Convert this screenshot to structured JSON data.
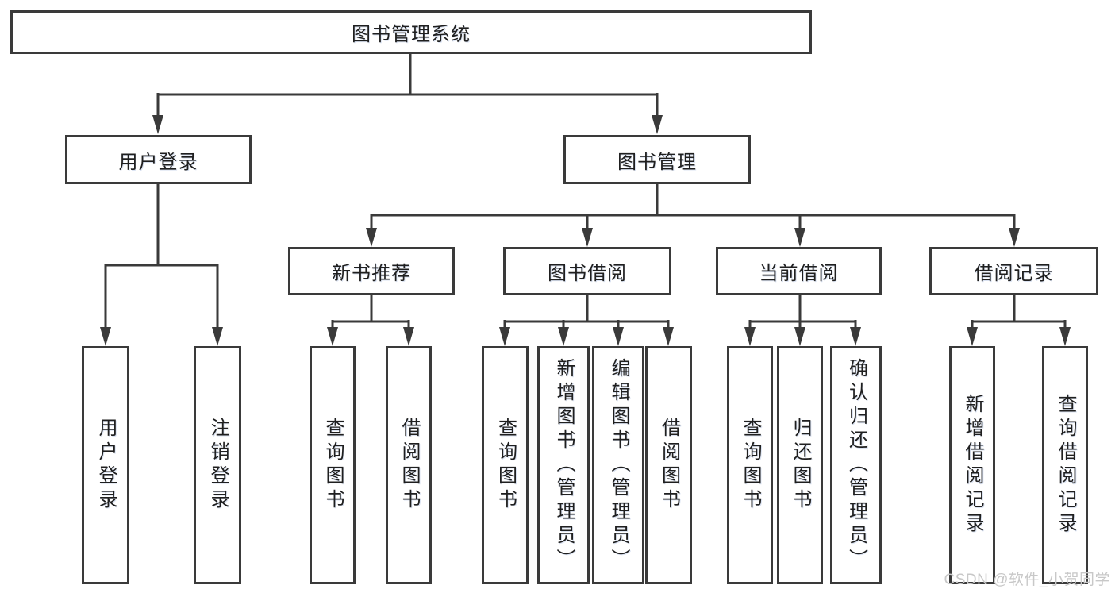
{
  "tree": {
    "label": "图书管理系统",
    "children": [
      {
        "label": "用户登录",
        "children": [
          {
            "label": "用户登录"
          },
          {
            "label": "注销登录"
          }
        ]
      },
      {
        "label": "图书管理",
        "children": [
          {
            "label": "新书推荐",
            "children": [
              {
                "label": "查询图书"
              },
              {
                "label": "借阅图书"
              }
            ]
          },
          {
            "label": "图书借阅",
            "children": [
              {
                "label": "查询图书"
              },
              {
                "label": "新增图书（管理员）"
              },
              {
                "label": "编辑图书（管理员）"
              },
              {
                "label": "借阅图书"
              }
            ]
          },
          {
            "label": "当前借阅",
            "children": [
              {
                "label": "查询图书"
              },
              {
                "label": "归还图书"
              },
              {
                "label": "确认归还（管理员）"
              }
            ]
          },
          {
            "label": "借阅记录",
            "children": [
              {
                "label": "新增借阅记录"
              },
              {
                "label": "查询借阅记录"
              }
            ]
          }
        ]
      }
    ]
  },
  "watermark": "CSDN @软件_小贺同学",
  "colors": {
    "line": "#3a3a3a",
    "text": "#1f1f1f",
    "bg": "#ffffff",
    "watermark": "#c8c8c8"
  }
}
